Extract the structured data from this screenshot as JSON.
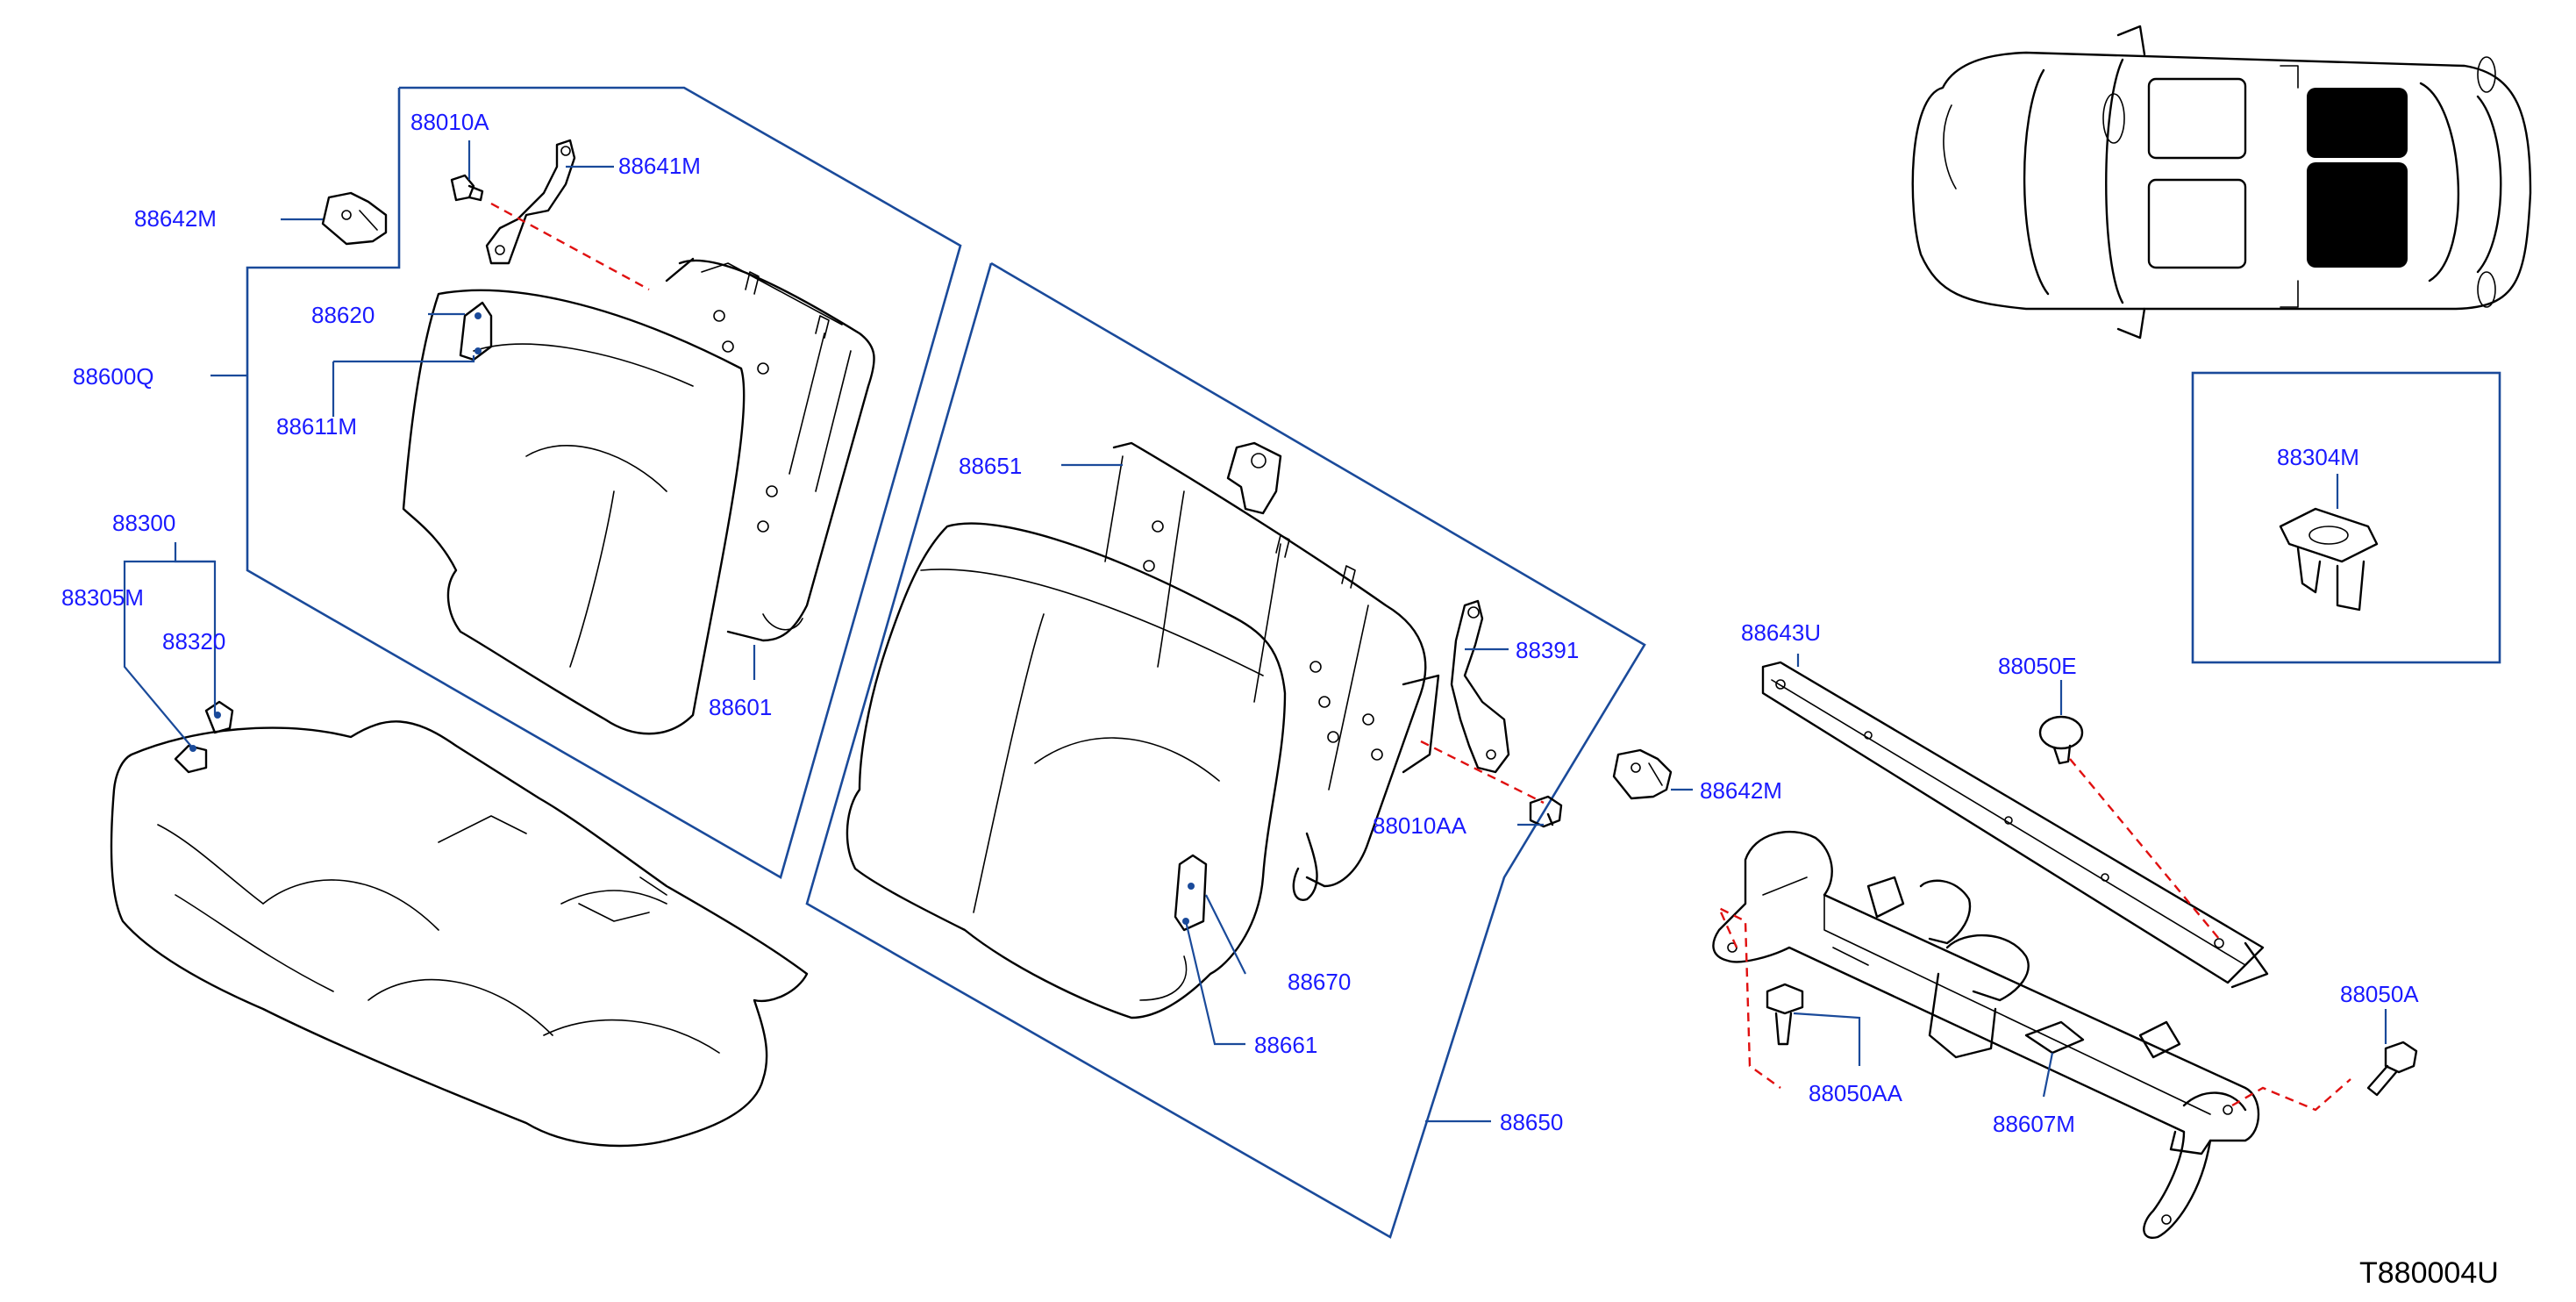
{
  "diagram_code": "T880004U",
  "labels": {
    "p88010A": "88010A",
    "p88641M_left": "88641M",
    "p88642M_left": "88642M",
    "p88620": "88620",
    "p88600Q": "88600Q",
    "p88611M": "88611M",
    "p88300": "88300",
    "p88305M": "88305M",
    "p88320": "88320",
    "p88601": "88601",
    "p88651": "88651",
    "p88391": "88391",
    "p88642M_right": "88642M",
    "p88010AA": "88010AA",
    "p88670": "88670",
    "p88661": "88661",
    "p88650": "88650",
    "p88643U": "88643U",
    "p88050E": "88050E",
    "p88050A": "88050A",
    "p88050AA": "88050AA",
    "p88607M": "88607M",
    "p88304M": "88304M"
  },
  "colors": {
    "label_text": "#1a1aff",
    "leader_line": "#1a4a9a",
    "dash_line": "#e01010",
    "ink": "#000000",
    "highlight_fill": "#000000"
  }
}
